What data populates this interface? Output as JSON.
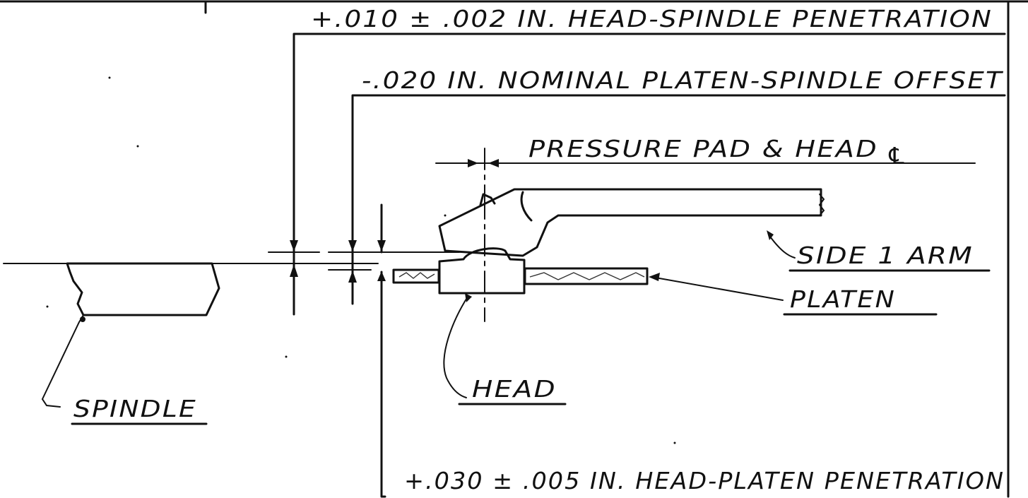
{
  "diagram": {
    "labels": {
      "head_spindle_penetration": "+.010 ± .002 IN. HEAD-SPINDLE PENETRATION",
      "platen_spindle_offset": "-.020 IN. NOMINAL PLATEN-SPINDLE OFFSET",
      "pressure_pad_head_centerline": "PRESSURE PAD & HEAD",
      "centerline_symbol": "℄",
      "side_arm": "SIDE 1 ARM",
      "platen": "PLATEN",
      "head": "HEAD",
      "spindle": "SPINDLE",
      "head_platen_penetration": "+.030 ± .005 IN. HEAD-PLATEN PENETRATION"
    }
  }
}
